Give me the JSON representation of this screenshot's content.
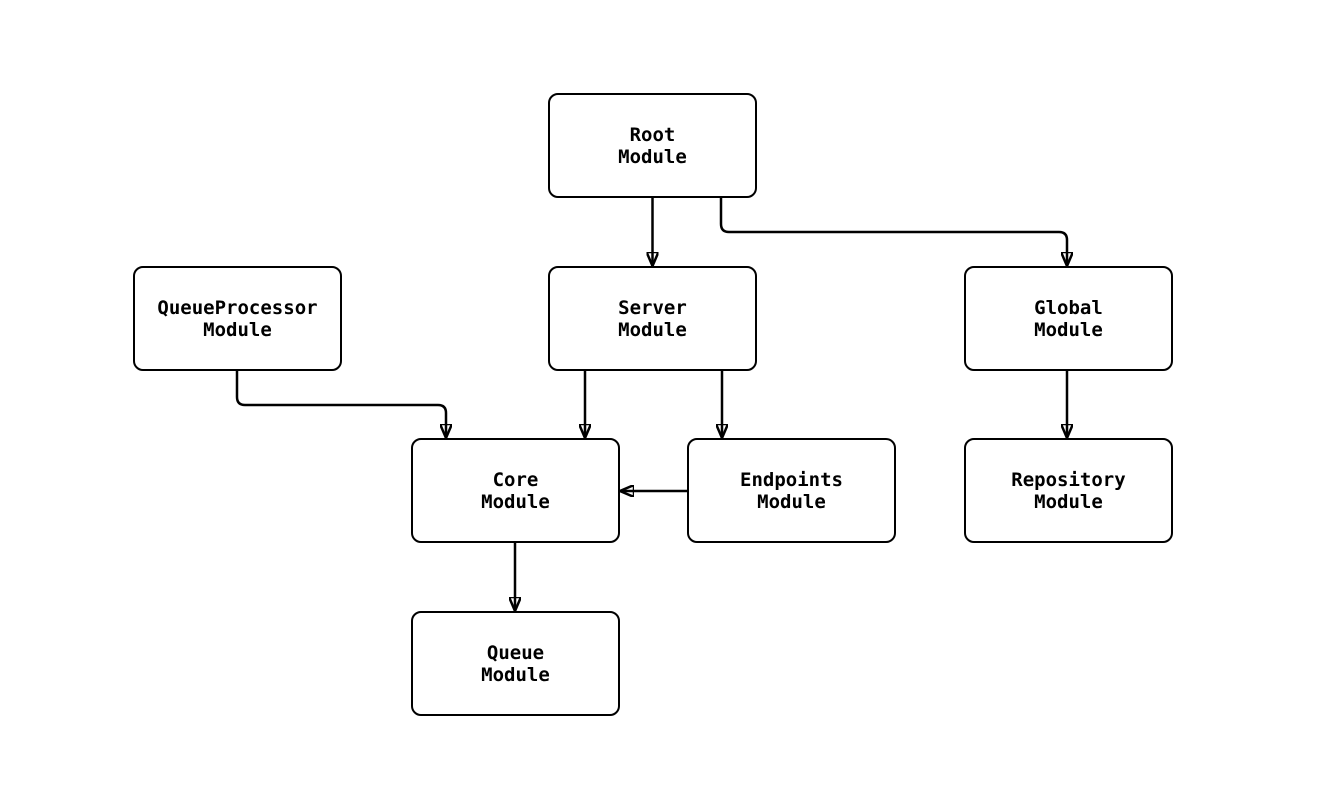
{
  "diagram": {
    "type": "module-dependency-graph",
    "colors": {
      "stroke": "#000000",
      "node_fill": "#ffffff",
      "background": "#ffffff"
    }
  },
  "nodes": {
    "root": {
      "label": "Root\nModule"
    },
    "queueprocessor": {
      "label": "QueueProcessor\nModule"
    },
    "server": {
      "label": "Server\nModule"
    },
    "global": {
      "label": "Global\nModule"
    },
    "core": {
      "label": "Core\nModule"
    },
    "endpoints": {
      "label": "Endpoints\nModule"
    },
    "repository": {
      "label": "Repository\nModule"
    },
    "queue": {
      "label": "Queue\nModule"
    }
  },
  "edges": [
    {
      "from": "Root Module",
      "to": "Server Module"
    },
    {
      "from": "Root Module",
      "to": "Global Module"
    },
    {
      "from": "QueueProcessor Module",
      "to": "Core Module"
    },
    {
      "from": "Server Module",
      "to": "Core Module"
    },
    {
      "from": "Server Module",
      "to": "Endpoints Module"
    },
    {
      "from": "Endpoints Module",
      "to": "Core Module"
    },
    {
      "from": "Global Module",
      "to": "Repository Module"
    },
    {
      "from": "Core Module",
      "to": "Queue Module"
    }
  ]
}
